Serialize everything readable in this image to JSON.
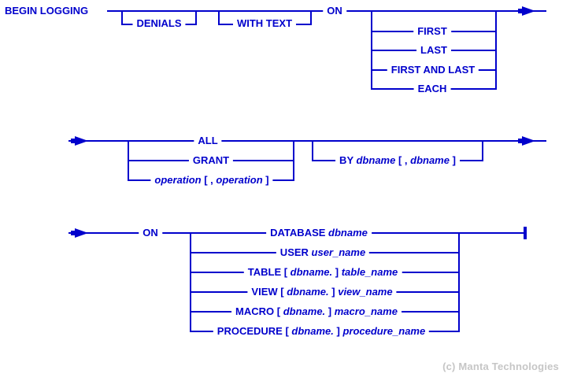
{
  "colors": {
    "accent": "#0000CC",
    "copyright_text": "#C6C6C6",
    "background": "#FFFFFF"
  },
  "syntax": {
    "line1": {
      "begin": "BEGIN LOGGING",
      "denials": "DENIALS",
      "with_text": "WITH TEXT",
      "on": "ON",
      "frequency_options": [
        "FIRST",
        "LAST",
        "FIRST AND LAST",
        "EACH"
      ]
    },
    "line2": {
      "all": "ALL",
      "grant": "GRANT",
      "operation": {
        "v1": "operation ",
        "b1": "[ , ",
        "v2": "operation ",
        "b2": "]"
      },
      "by": {
        "kw": "BY ",
        "v1": "dbname ",
        "b1": "[ , ",
        "v2": "dbname ",
        "b2": "]"
      }
    },
    "line3": {
      "on": "ON",
      "targets": [
        {
          "kw": "DATABASE ",
          "var": "dbname"
        },
        {
          "kw": "USER ",
          "var": "user_name"
        },
        {
          "kw": "TABLE [ ",
          "db": "dbname.",
          "mid": " ] ",
          "var": "table_name"
        },
        {
          "kw": "VIEW [ ",
          "db": "dbname.",
          "mid": " ] ",
          "var": "view_name"
        },
        {
          "kw": "MACRO [ ",
          "db": "dbname.",
          "mid": " ] ",
          "var": "macro_name"
        },
        {
          "kw": "PROCEDURE [ ",
          "db": "dbname.",
          "mid": " ] ",
          "var": "procedure_name"
        }
      ]
    },
    "footer": {
      "copyright": "(c) Manta Technologies"
    }
  }
}
